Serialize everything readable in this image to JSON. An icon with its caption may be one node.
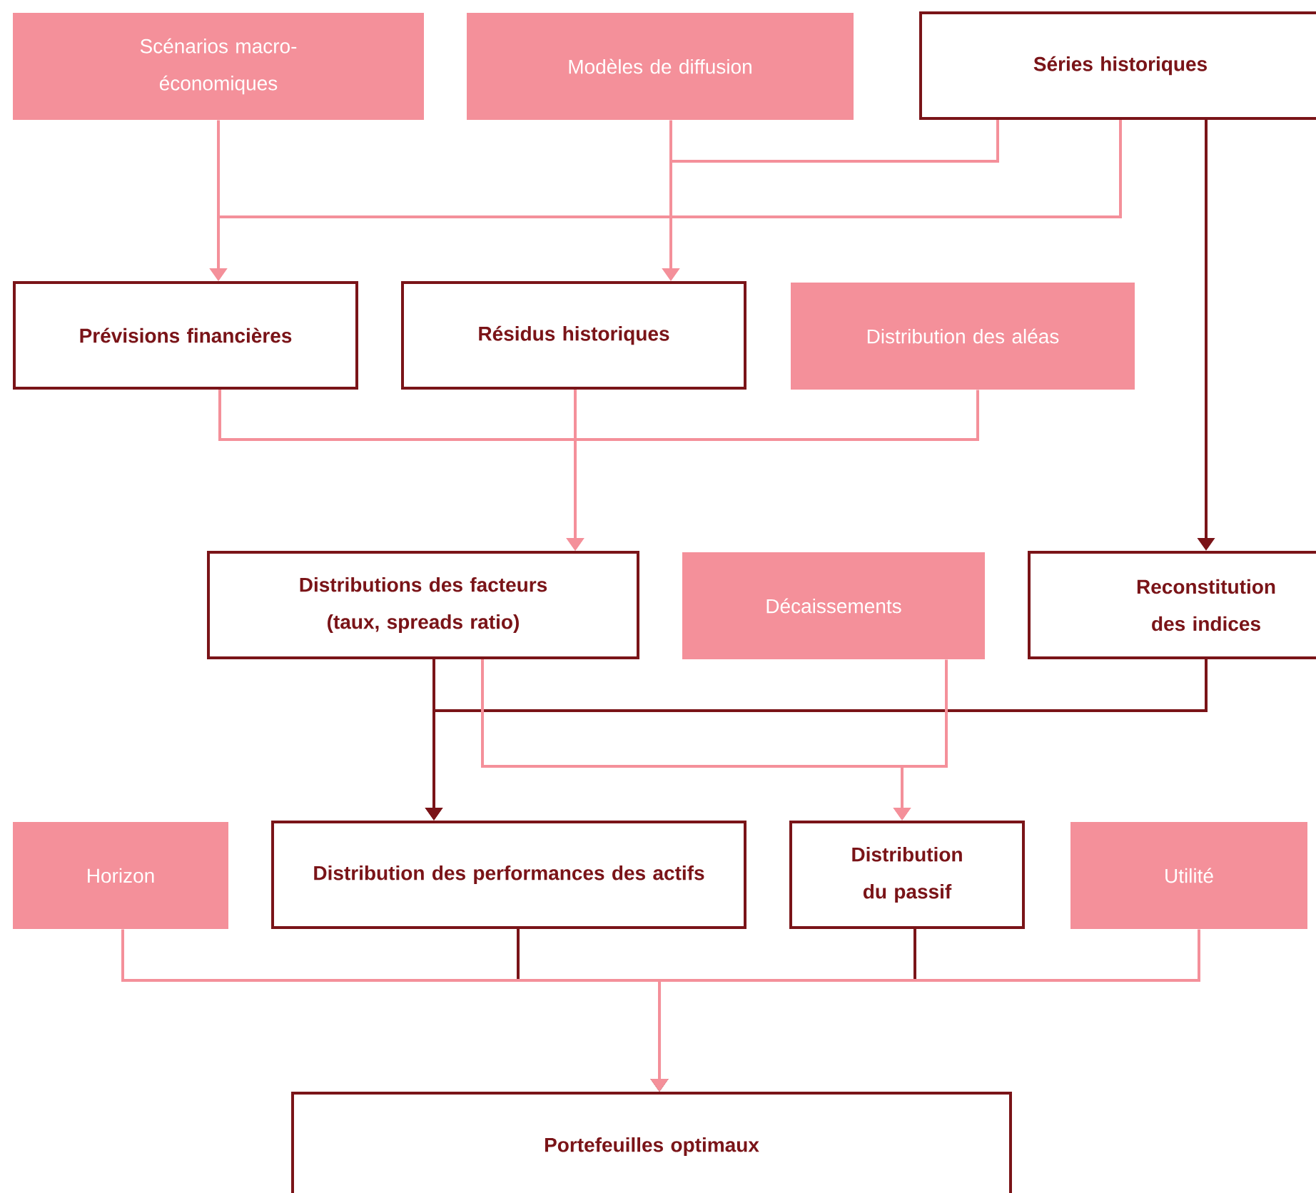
{
  "diagram": {
    "nodes": [
      {
        "text": [
          "Scénarios macro-économiques"
        ]
      },
      {
        "text": [
          "Modèles de diffusion"
        ]
      },
      {
        "text": [
          "Séries historiques"
        ]
      },
      {
        "text": [
          "Prévisions financières"
        ]
      },
      {
        "text": [
          "Résidus historiques"
        ]
      },
      {
        "text": [
          "Distribution des aléas"
        ]
      },
      {
        "text": [
          "Distributions des facteurs (taux, spreads ratio)"
        ]
      },
      {
        "text": [
          "Décaissements"
        ]
      },
      {
        "text": [
          "Reconstitution des indices"
        ]
      },
      {
        "text": [
          "Horizon"
        ]
      },
      {
        "text": [
          "Distribution des performances des actifs"
        ]
      },
      {
        "text": [
          "Distribution du passif"
        ]
      },
      {
        "text": [
          "Utilité"
        ]
      },
      {
        "text": [
          "Portefeuilles optimaux"
        ]
      }
    ],
    "edges": [
      {
        "from": 0,
        "to": 3,
        "arrow": "to"
      },
      {
        "from": 2,
        "to": 3,
        "arrow": "to"
      },
      {
        "from": 1,
        "to": 4,
        "arrow": "to"
      },
      {
        "from": 2,
        "to": 4,
        "arrow": "to"
      },
      {
        "from": 3,
        "to": 6,
        "arrow": "to"
      },
      {
        "from": 4,
        "to": 6,
        "arrow": "to"
      },
      {
        "from": 5,
        "to": 6,
        "arrow": "to"
      },
      {
        "from": 2,
        "to": 8,
        "arrow": "to",
        "color": "#7a1418"
      },
      {
        "from": 6,
        "to": 10,
        "arrow": "to",
        "color": "#7a1418"
      },
      {
        "from": 8,
        "to": 10,
        "arrow": "to",
        "color": "#7a1418"
      },
      {
        "from": 6,
        "to": 11,
        "arrow": "to"
      },
      {
        "from": 7,
        "to": 11,
        "arrow": "to"
      },
      {
        "from": 9,
        "to": 13,
        "arrow": "to"
      },
      {
        "from": 10,
        "to": 13,
        "arrow": "to",
        "color": "#7a1418"
      },
      {
        "from": 11,
        "to": 13,
        "arrow": "to",
        "color": "#7a1418"
      },
      {
        "from": 12,
        "to": 13,
        "arrow": "to"
      }
    ]
  }
}
